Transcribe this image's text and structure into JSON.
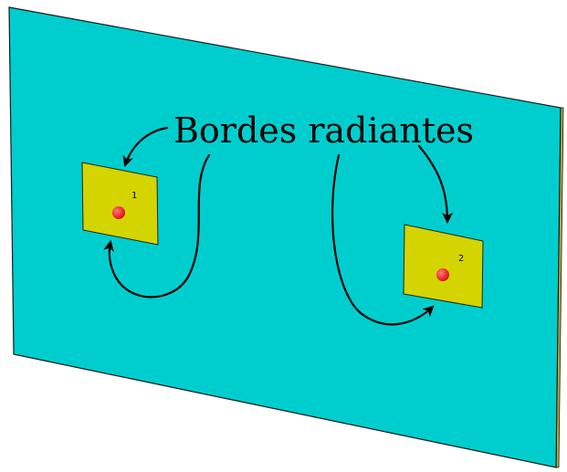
{
  "annotation": {
    "label": "Bordes radiantes"
  },
  "patches": [
    {
      "port_label": "1"
    },
    {
      "port_label": "2"
    }
  ],
  "colors": {
    "ground_plane": "#00cece",
    "ground_plane_edge": "#1a1a1a",
    "ground_plane_side": "#b7ab3a",
    "patch": "#d4d400",
    "patch_edge": "#222222",
    "feed_point": "#e01010",
    "feed_highlight": "#ff7a7a",
    "arrow": "#000000",
    "text": "#000000"
  }
}
